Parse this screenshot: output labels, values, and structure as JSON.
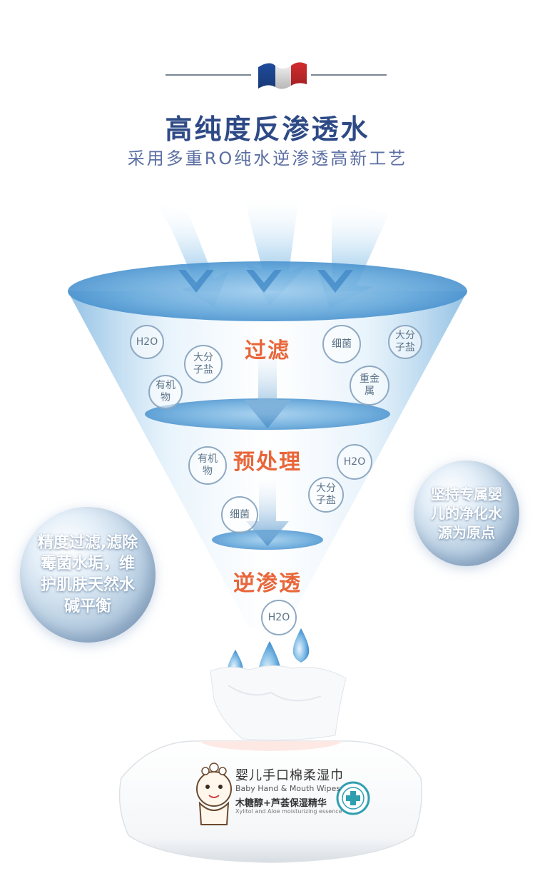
{
  "header": {
    "title": "高纯度反渗透水",
    "subtitle": "采用多重RO纯水逆渗透高新工艺"
  },
  "colors": {
    "title": "#2e4a86",
    "subtitle": "#5c6fa3",
    "stage_label": "#e8663a",
    "funnel": "#5aa2d6",
    "bubble_border": "#8fa9c2"
  },
  "stages": [
    {
      "label": "过滤"
    },
    {
      "label": "预处理"
    },
    {
      "label": "逆渗透"
    }
  ],
  "impurities": {
    "stage1": [
      "H2O",
      "大分子盐",
      "有机物",
      "细菌",
      "大分子盐",
      "重金属"
    ],
    "stage2": [
      "有机物",
      "H2O",
      "大分子盐",
      "细菌"
    ],
    "stage3": [
      "H2O"
    ]
  },
  "callouts": {
    "left": "精度过滤,滤除霉菌水垢，维护肌肤天然水碱平衡",
    "right": "坚持专属婴儿的净化水源为原点"
  },
  "product": {
    "name_cn": "婴儿手口棉柔湿巾",
    "name_en": "Baby Hand & Mouth Wipes",
    "tagline_cn": "木糖醇+芦荟保湿精华",
    "tagline_en": "Xylitol and Aloe moisturizing essence"
  },
  "icons": [
    "france-flag-icon",
    "water-drop-icon",
    "baby-mascot-icon",
    "medical-cross-badge-icon"
  ]
}
